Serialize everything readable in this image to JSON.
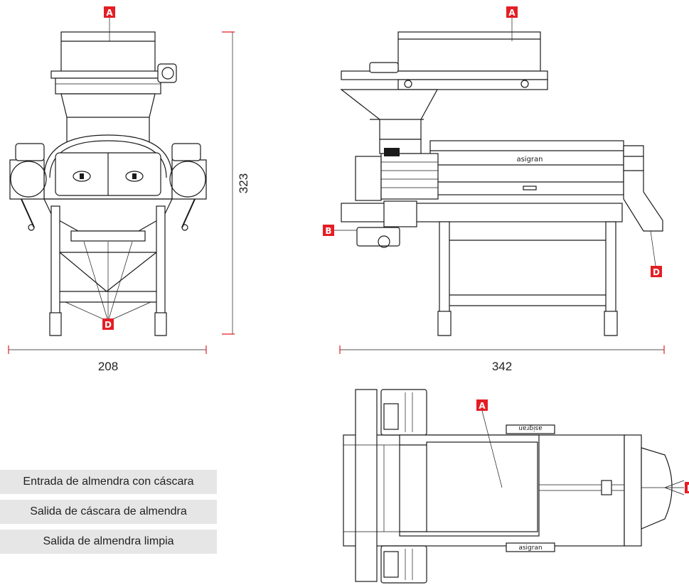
{
  "markers": {
    "a": "A",
    "b": "B",
    "d": "D"
  },
  "dimensions": {
    "front_width": "208",
    "side_width": "342",
    "height": "323"
  },
  "legend": [
    "Entrada de almendra con cáscara",
    "Salida de cáscara de almendra",
    "Salida de almendra limpia"
  ],
  "brand_label": "asigran",
  "colors": {
    "marker": "#e31e24",
    "legend_bg": "#e6e6e6",
    "line": "#1a1a1a"
  }
}
